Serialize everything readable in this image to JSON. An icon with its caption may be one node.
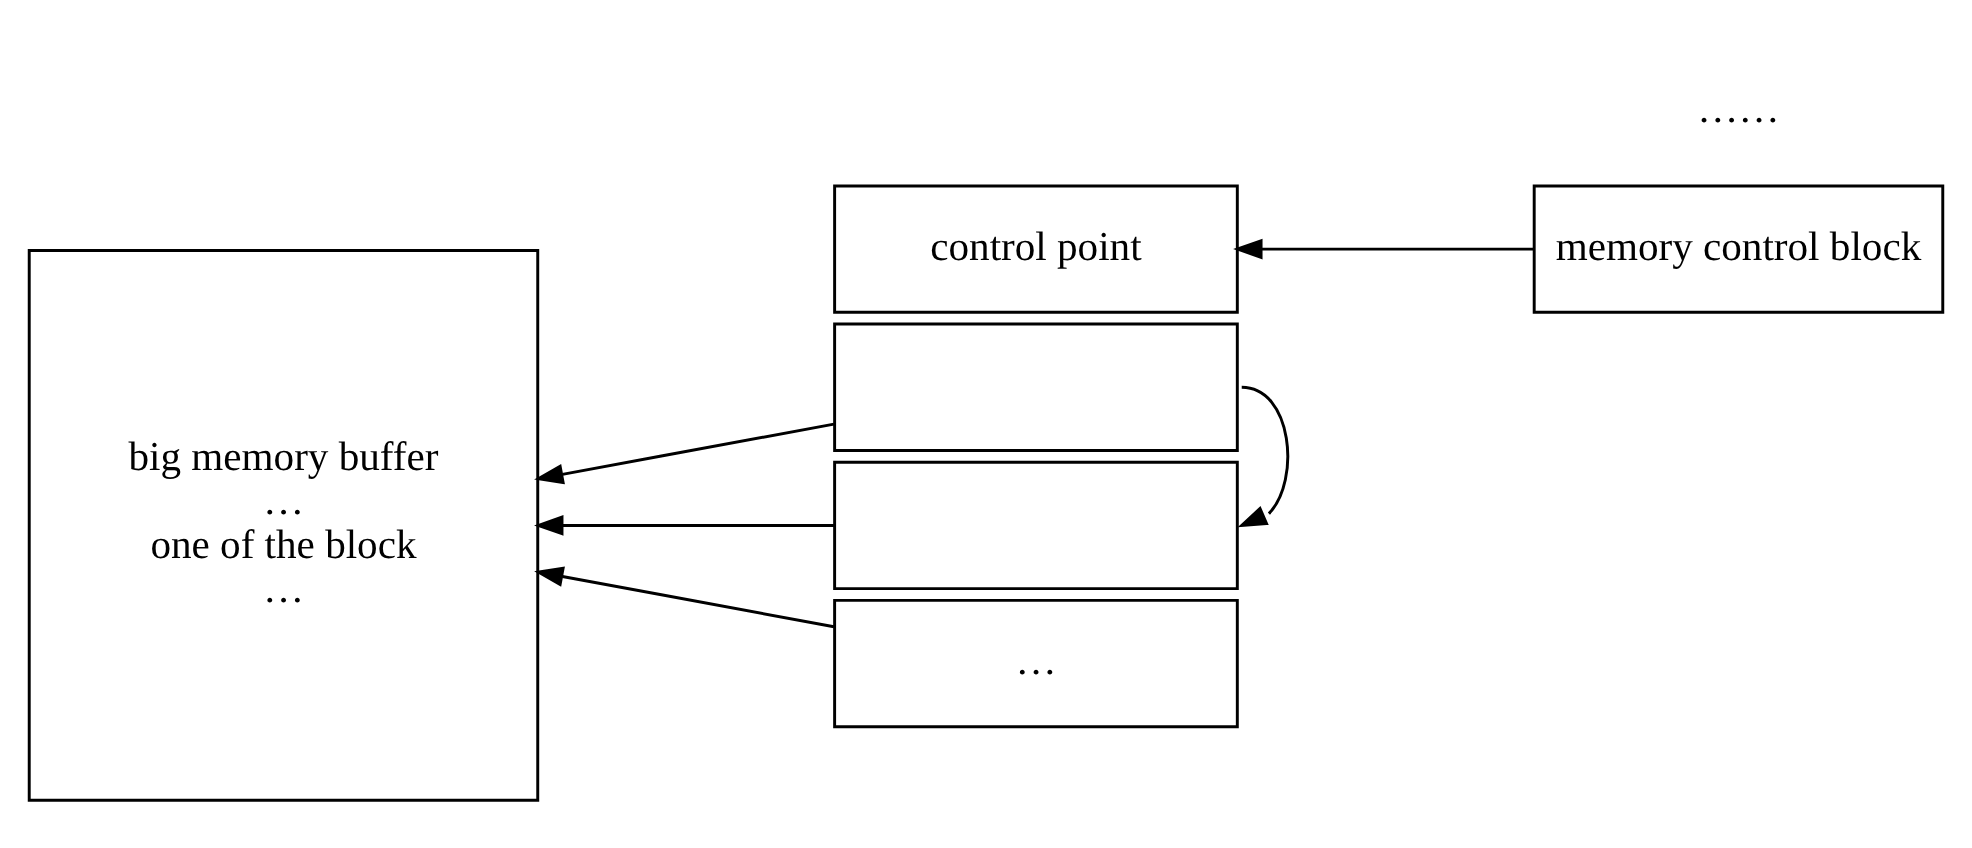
{
  "diagram": {
    "nodes": [
      {
        "text": [
          "big memory buffer",
          "…",
          "one of the block",
          "…"
        ]
      },
      {
        "text": [
          "control point"
        ]
      },
      {
        "text": [],
        "shape": "box"
      },
      {
        "text": [],
        "shape": "box"
      },
      {
        "text": [
          "…"
        ]
      },
      {
        "text": [
          "memory control block"
        ]
      }
    ],
    "edges": [
      {
        "from": 5,
        "to": 1,
        "arrow": "to"
      },
      {
        "from": 2,
        "to": 3,
        "arrow": "to"
      },
      {
        "from": 2,
        "to": 0,
        "arrow": "to"
      },
      {
        "from": 3,
        "to": 0,
        "arrow": "to"
      },
      {
        "from": 4,
        "to": 0,
        "arrow": "to"
      }
    ],
    "labels": [
      "……"
    ]
  }
}
